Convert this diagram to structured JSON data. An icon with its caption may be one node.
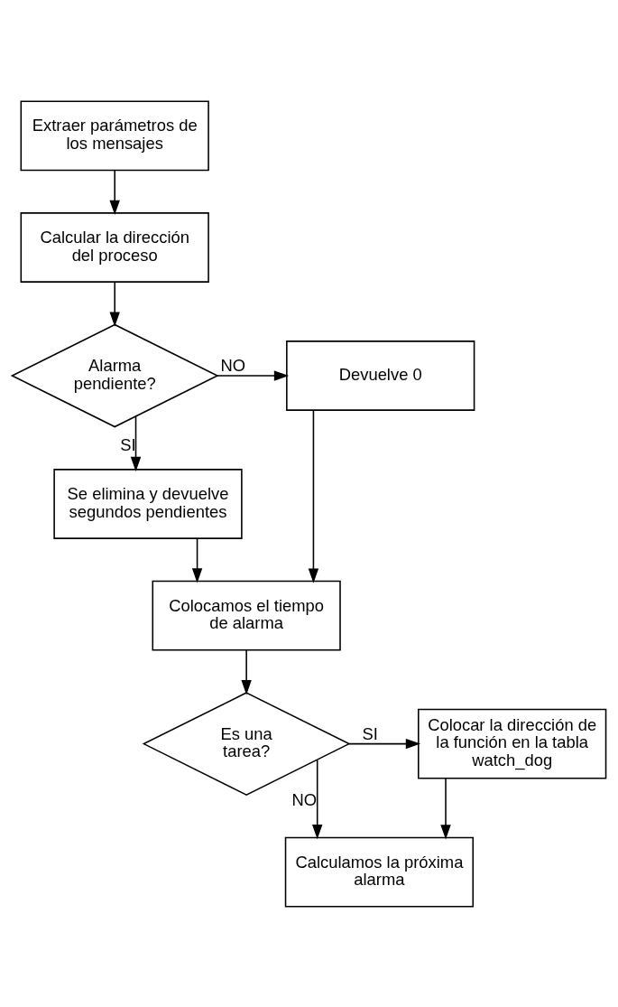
{
  "diagram": {
    "nodes": [
      {
        "text": [
          "Extraer parámetros de los mensajes"
        ]
      },
      {
        "text": [
          "Calcular la dirección del proceso"
        ]
      },
      {
        "text": [
          "Alarma pendiente?"
        ]
      },
      {
        "text": [
          "Devuelve 0"
        ]
      },
      {
        "text": [
          "Se elimina y devuelve segundos pendientes"
        ]
      },
      {
        "text": [
          "Colocamos el tiempo de alarma"
        ]
      },
      {
        "text": [
          "Es una tarea?"
        ]
      },
      {
        "text": [
          "Colocar la dirección de la función en la tabla watch_dog"
        ]
      },
      {
        "text": [
          "Calculamos la próxima alarma"
        ]
      }
    ],
    "edges": [
      {
        "from": 0,
        "to": 1,
        "arrow": "to"
      },
      {
        "from": 1,
        "to": 2,
        "arrow": "to"
      },
      {
        "from": 2,
        "to": 3,
        "arrow": "to",
        "label": "NO"
      },
      {
        "from": 2,
        "to": 4,
        "arrow": "to",
        "label": "SI"
      },
      {
        "from": 4,
        "to": 5,
        "arrow": "to"
      },
      {
        "from": 3,
        "to": 5,
        "arrow": "to"
      },
      {
        "from": 5,
        "to": 6,
        "arrow": "to"
      },
      {
        "from": 6,
        "to": 7,
        "arrow": "to",
        "label": "SI"
      },
      {
        "from": 6,
        "to": 8,
        "arrow": "to",
        "label": "NO"
      },
      {
        "from": 7,
        "to": 8,
        "arrow": "to"
      }
    ]
  }
}
